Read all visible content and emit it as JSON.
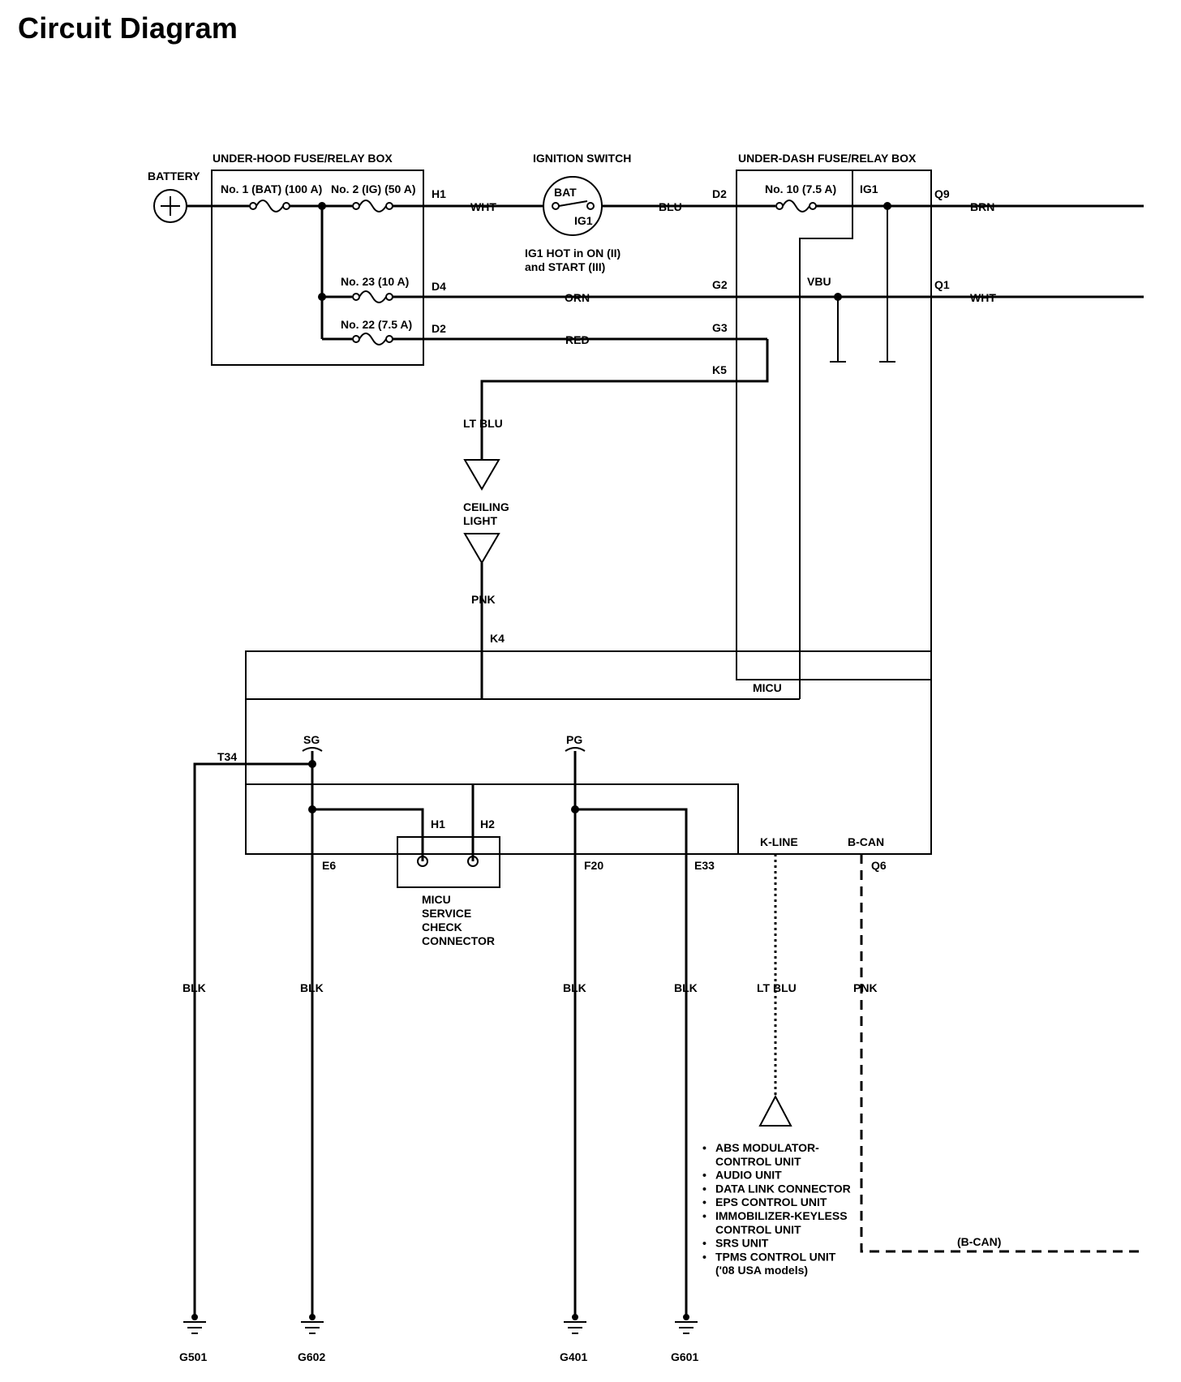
{
  "title": "Circuit Diagram",
  "components": {
    "battery": "BATTERY",
    "under_hood_box": "UNDER-HOOD FUSE/RELAY BOX",
    "ignition_switch": "IGNITION SWITCH",
    "under_dash_box": "UNDER-DASH FUSE/RELAY BOX",
    "ceiling_light": [
      "CEILING",
      "LIGHT"
    ],
    "micu": "MICU",
    "service_connector": [
      "MICU",
      "SERVICE",
      "CHECK",
      "CONNECTOR"
    ]
  },
  "fuses": {
    "no1": "No. 1 (BAT) (100 A)",
    "no2": "No. 2 (IG) (50 A)",
    "no23": "No. 23 (10 A)",
    "no22": "No. 22 (7.5 A)",
    "no10": "No. 10 (7.5 A)"
  },
  "ignition": {
    "bat": "BAT",
    "ig1": "IG1",
    "note": [
      "IG1 HOT in ON (II)",
      "and START (III)"
    ]
  },
  "terminals": {
    "h1": "H1",
    "d4": "D4",
    "d2_hood": "D2",
    "d2_dash": "D2",
    "ig1": "IG1",
    "q9": "Q9",
    "g2": "G2",
    "vbu": "VBU",
    "q1": "Q1",
    "g3": "G3",
    "k5": "K5",
    "k4": "K4",
    "t34": "T34",
    "sg": "SG",
    "pg": "PG",
    "h1_conn": "H1",
    "h2_conn": "H2",
    "e6": "E6",
    "f20": "F20",
    "e33": "E33",
    "k_line": "K-LINE",
    "b_can": "B-CAN",
    "q6": "Q6"
  },
  "wires": {
    "wht_h1": "WHT",
    "blu": "BLU",
    "brn": "BRN",
    "orn": "ORN",
    "wht_q1": "WHT",
    "red": "RED",
    "lt_blu_light": "LT BLU",
    "pnk_light": "PNK",
    "blk_t34": "BLK",
    "blk_e6": "BLK",
    "blk_f20": "BLK",
    "blk_e33": "BLK",
    "lt_blu_kline": "LT BLU",
    "pnk_bcan": "PNK",
    "bcan_bus": "(B-CAN)"
  },
  "grounds": [
    "G501",
    "G602",
    "G401",
    "G601"
  ],
  "kline_units": [
    "ABS MODULATOR-",
    "CONTROL UNIT",
    "AUDIO UNIT",
    "DATA LINK CONNECTOR",
    "EPS CONTROL UNIT",
    "IMMOBILIZER-KEYLESS",
    "CONTROL UNIT",
    "SRS UNIT",
    "TPMS CONTROL UNIT",
    "('08 USA models)"
  ],
  "kline_bullets": [
    true,
    false,
    true,
    true,
    true,
    true,
    false,
    true,
    true,
    false
  ]
}
